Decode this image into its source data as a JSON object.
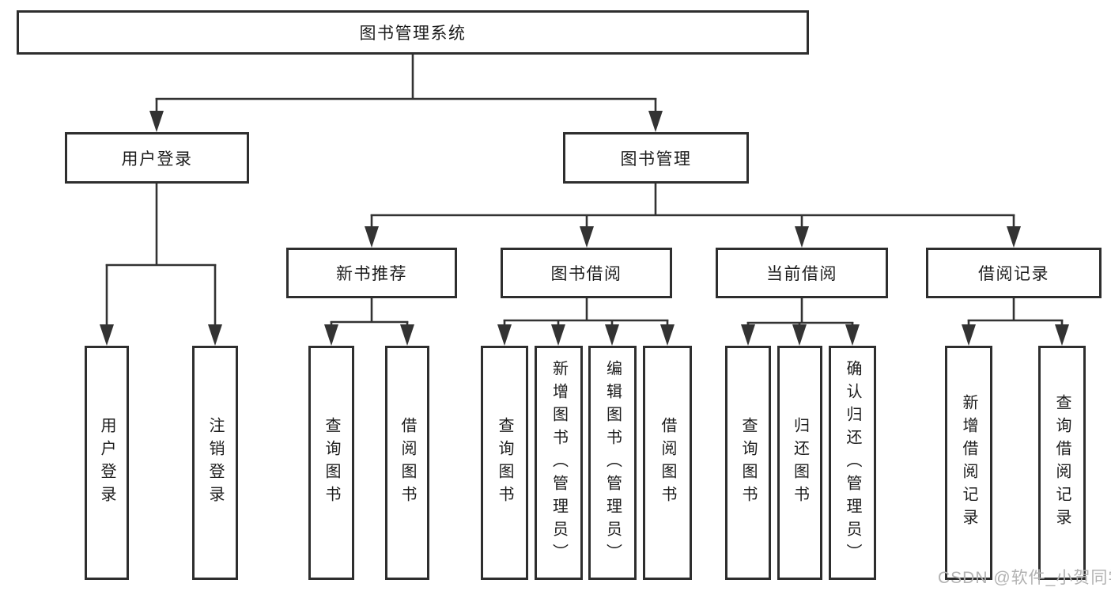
{
  "diagram": {
    "root": {
      "label": "图书管理系统"
    },
    "level2": {
      "user_login": {
        "label": "用户登录"
      },
      "book_mgmt": {
        "label": "图书管理"
      }
    },
    "level3": {
      "new_books": {
        "label": "新书推荐"
      },
      "book_borrow": {
        "label": "图书借阅"
      },
      "current_borrow": {
        "label": "当前借阅"
      },
      "borrow_records": {
        "label": "借阅记录"
      }
    },
    "leaves": {
      "user_login": {
        "label": "用户登录"
      },
      "logout": {
        "label": "注销登录"
      },
      "nb_query": {
        "label": "查询图书"
      },
      "nb_borrow": {
        "label": "借阅图书"
      },
      "bb_query": {
        "label": "查询图书"
      },
      "bb_add": {
        "label": "新增图书（管理员）"
      },
      "bb_edit": {
        "label": "编辑图书（管理员）"
      },
      "bb_borrow": {
        "label": "借阅图书"
      },
      "cb_query": {
        "label": "查询图书"
      },
      "cb_return": {
        "label": "归还图书"
      },
      "cb_confirm": {
        "label": "确认归还（管理员）"
      },
      "br_add": {
        "label": "新增借阅记录"
      },
      "br_query": {
        "label": "查询借阅记录"
      }
    }
  },
  "watermark": {
    "text": "CSDN @软件_小贺同学"
  },
  "colors": {
    "line": "#333333",
    "box_border": "#2e2e2e",
    "text": "#1c1c1c",
    "watermark": "#b2b2b2",
    "background": "#ffffff"
  }
}
